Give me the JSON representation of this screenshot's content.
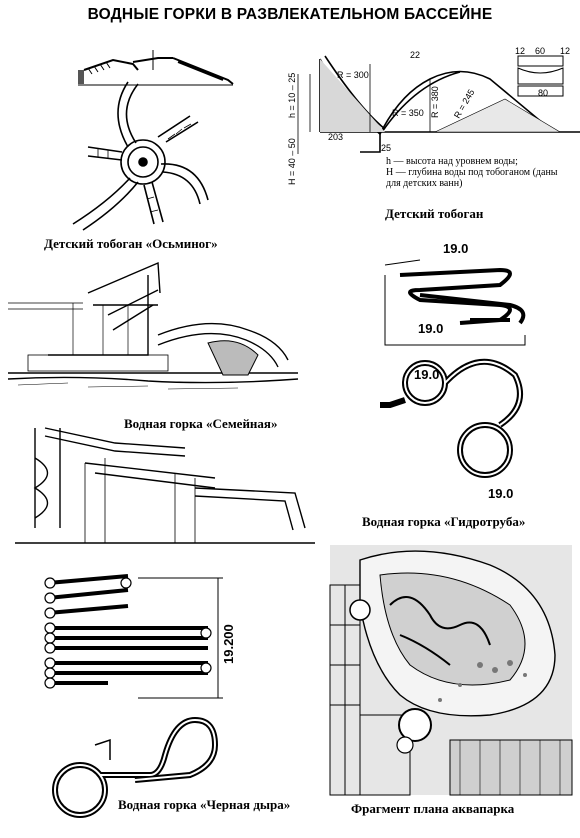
{
  "page": {
    "title": "ВОДНЫЕ ГОРКИ В РАЗВЛЕКАТЕЛЬНОМ БАССЕЙНЕ"
  },
  "figures": {
    "octopus": {
      "caption": "Детский тобоган «Осьминог»"
    },
    "kids_slide": {
      "caption": "Детский тобоган",
      "dims": {
        "r300": "R = 300",
        "r350": "R = 350",
        "r380": "R = 380",
        "r245": "R = 245",
        "h": "h = 10 – 25",
        "H": "H = 40 – 50",
        "d203": "203",
        "d22": "22",
        "d25": "25",
        "w12a": "12",
        "w60": "60",
        "w12b": "12",
        "w80": "80"
      },
      "legend_h": "h — высота над уровнем воды;",
      "legend_H": "H — глубина воды под тобоганом (даны для детских ванн)"
    },
    "family": {
      "caption": "Водная горка «Семейная»"
    },
    "hydrotube": {
      "caption": "Водная горка «Гидротруба»",
      "labels": [
        "19.0",
        "19.0",
        "19.0",
        "19.0"
      ]
    },
    "black_hole": {
      "caption": "Водная горка «Черная дыра»",
      "dimension": "19.200"
    },
    "aquapark_plan": {
      "caption": "Фрагмент плана аквапарка"
    }
  }
}
